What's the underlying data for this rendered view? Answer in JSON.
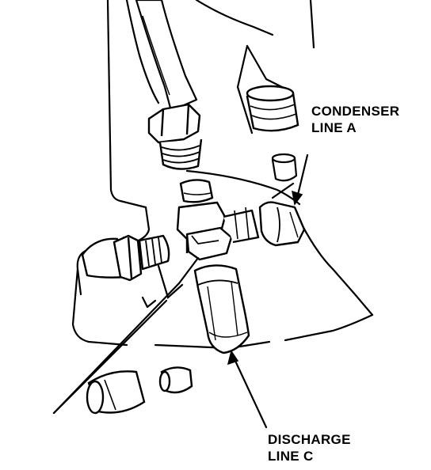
{
  "labels": {
    "condenser_line_a": {
      "line1": "CONDENSER",
      "line2": "LINE A"
    },
    "discharge_line_c": {
      "line1": "DISCHARGE",
      "line2": "LINE C"
    }
  },
  "colors": {
    "ink": "#000000",
    "paper": "#ffffff",
    "shade": "#1a1a1a"
  }
}
